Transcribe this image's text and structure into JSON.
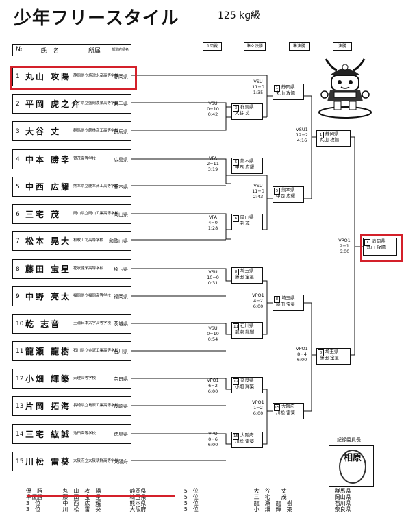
{
  "header": {
    "title": "少年フリースタイル",
    "weight_class": "125 kg級"
  },
  "entry_header": {
    "no": "№",
    "name": "氏　名",
    "affiliation": "所属",
    "prefecture": "都道府県名"
  },
  "round_headers": [
    "1回戦",
    "準々決勝",
    "準決勝",
    "決勝"
  ],
  "entries": [
    {
      "no": "1",
      "name": "丸山 攻陽",
      "school": "静岡県立焼津水産高等学校",
      "pref": "静岡県"
    },
    {
      "no": "2",
      "name": "平岡 虎之介",
      "school": "岩手県立盛岡農業高等学校",
      "pref": "岩手県"
    },
    {
      "no": "3",
      "name": "大谷 丈",
      "school": "群馬県立館林商工高等学校",
      "pref": "群馬県"
    },
    {
      "no": "4",
      "name": "中本 勝幸",
      "school": "賀茂高等学校",
      "pref": "広島県"
    },
    {
      "no": "5",
      "name": "中西 広耀",
      "school": "熊本県立鹿本商工高等学校",
      "pref": "熊本県"
    },
    {
      "no": "6",
      "name": "三宅 茂",
      "school": "岡山県立岡山工業高等学校",
      "pref": "岡山県"
    },
    {
      "no": "7",
      "name": "松本 晃大",
      "school": "和歌山北高等学校",
      "pref": "和歌山県"
    },
    {
      "no": "8",
      "name": "藤田 宝星",
      "school": "花咲徳栄高等学校",
      "pref": "埼玉県"
    },
    {
      "no": "9",
      "name": "中野 亮太",
      "school": "福岡県立福岡高等学校",
      "pref": "福岡県"
    },
    {
      "no": "10",
      "name": "乾 志音",
      "school": "土浦日本大学高等学校",
      "pref": "茨城県"
    },
    {
      "no": "11",
      "name": "龍瀬 龍樹",
      "school": "石川県立金沢工業高等学校",
      "pref": "石川県"
    },
    {
      "no": "12",
      "name": "小畑 輝築",
      "school": "天理高等学校",
      "pref": "奈良県"
    },
    {
      "no": "13",
      "name": "片岡 拓海",
      "school": "長崎県立島原工業高等学校",
      "pref": "長崎県"
    },
    {
      "no": "14",
      "name": "三宅 紘誠",
      "school": "池田高等学校",
      "pref": "徳島県"
    },
    {
      "no": "15",
      "name": "川松 雷葵",
      "school": "大阪府立大阪朝鮮高等学校",
      "pref": "大阪府"
    }
  ],
  "round1": [
    {
      "type": "VSU",
      "score": "0−10",
      "time": "0:42",
      "win_no": "3",
      "win_pref": "群馬県",
      "win_name": "大谷 丈"
    },
    {
      "type": "VFA",
      "score": "2−11",
      "time": "3:19",
      "win_no": "5",
      "win_pref": "熊本県",
      "win_name": "中西 広耀"
    },
    {
      "type": "VFA",
      "score": "4−0",
      "time": "1:28",
      "win_no": "6",
      "win_pref": "岡山県",
      "win_name": "三宅 茂"
    },
    {
      "type": "VSU",
      "score": "10−0",
      "time": "0:31",
      "win_no": "8",
      "win_pref": "埼玉県",
      "win_name": "藤田 宝星"
    },
    {
      "type": "VSU",
      "score": "0−10",
      "time": "0:54",
      "win_no": "11",
      "win_pref": "石川県",
      "win_name": "龍瀬 龍樹"
    },
    {
      "type": "VPO1",
      "score": "6−2",
      "time": "6:00",
      "win_no": "12",
      "win_pref": "奈良県",
      "win_name": "小畑 輝築"
    },
    {
      "type": "VPO",
      "score": "0−6",
      "time": "6:00",
      "win_no": "15",
      "win_pref": "大阪府",
      "win_name": "川松 雷葵"
    }
  ],
  "quarter": [
    {
      "type": "VSU",
      "score": "11−0",
      "time": "1:35",
      "win_no": "1",
      "win_pref": "静岡県",
      "win_name": "丸山 攻陽"
    },
    {
      "type": "VSU",
      "score": "11−0",
      "time": "2:43",
      "win_no": "5",
      "win_pref": "熊本県",
      "win_name": "中西 広耀"
    },
    {
      "type": "VPO1",
      "score": "4−2",
      "time": "6:00",
      "win_no": "8",
      "win_pref": "埼玉県",
      "win_name": "藤田 宝星"
    },
    {
      "type": "VPO1",
      "score": "1−2",
      "time": "6:00",
      "win_no": "15",
      "win_pref": "大阪府",
      "win_name": "川松 雷葵"
    }
  ],
  "semi": [
    {
      "type": "VSU1",
      "score": "12−2",
      "time": "4:16",
      "win_no": "1",
      "win_pref": "静岡県",
      "win_name": "丸山 攻陽"
    },
    {
      "type": "VPO1",
      "score": "8−4",
      "time": "6:00",
      "win_no": "8",
      "win_pref": "埼玉県",
      "win_name": "藤田 宝星"
    }
  ],
  "final": {
    "type": "VPO1",
    "score": "2−1",
    "time": "6:00",
    "win_no": "1",
    "win_pref": "静岡県",
    "win_name": "丸山 攻陽"
  },
  "record_official": "記録委員長",
  "stamp_text": "相原",
  "standings": [
    {
      "rank": "優　勝",
      "name": "丸　山　攻　陽",
      "pref": "静岡県",
      "rank2": "5　位",
      "name2": "大　谷　　丈",
      "pref2": "群馬県"
    },
    {
      "rank": "準優勝",
      "name": "藤　田　宝　星",
      "pref": "埼玉県",
      "rank2": "5　位",
      "name2": "三　宅　　茂",
      "pref2": "岡山県"
    },
    {
      "rank": "3　位",
      "name": "中　西　広　耀",
      "pref": "熊本県",
      "rank2": "5　位",
      "name2": "龍　瀬　龍　樹",
      "pref2": "石川県"
    },
    {
      "rank": "3　位",
      "name": "川　松　雷　葵",
      "pref": "大阪府",
      "rank2": "5　位",
      "name2": "小　畑　輝　築",
      "pref2": "奈良県"
    }
  ]
}
